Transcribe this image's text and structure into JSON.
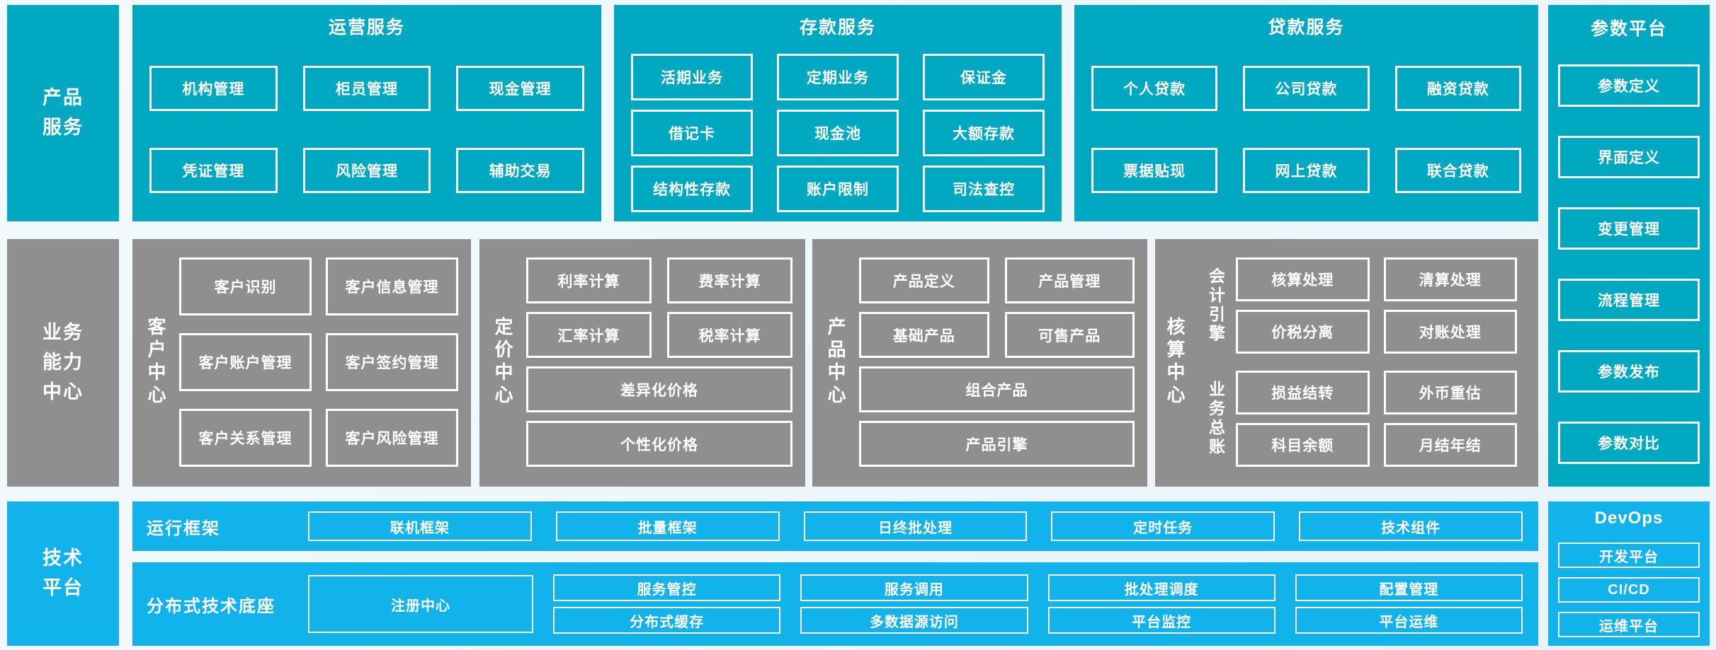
{
  "colors": {
    "teal": "#00a8c1",
    "gray": "#8f8f8f",
    "blue": "#12b2ea",
    "bg1": "#f3fafc",
    "bg2": "#e9f3f8",
    "text": "#ffffff"
  },
  "rails": {
    "product_services": "产品\n服务",
    "business_capability": "业务\n能力\n中心",
    "tech_platform": "技术\n平台"
  },
  "top": {
    "operations": {
      "title": "运营服务",
      "items": [
        "机构管理",
        "柜员管理",
        "现金管理",
        "凭证管理",
        "风险管理",
        "辅助交易"
      ]
    },
    "deposit": {
      "title": "存款服务",
      "items": [
        "活期业务",
        "定期业务",
        "保证金",
        "借记卡",
        "现金池",
        "大额存款",
        "结构性存款",
        "账户限制",
        "司法查控"
      ]
    },
    "loan": {
      "title": "贷款服务",
      "items": [
        "个人贷款",
        "公司贷款",
        "融资贷款",
        "票据贴现",
        "网上贷款",
        "联合贷款"
      ]
    }
  },
  "param_platform": {
    "title": "参数平台",
    "items": [
      "参数定义",
      "界面定义",
      "变更管理",
      "流程管理",
      "参数发布",
      "参数对比"
    ]
  },
  "middle": {
    "customer": {
      "label": "客户中心",
      "items": [
        "客户识别",
        "客户信息管理",
        "客户账户管理",
        "客户签约管理",
        "客户关系管理",
        "客户风险管理"
      ]
    },
    "pricing": {
      "label": "定价中心",
      "grid": [
        "利率计算",
        "费率计算",
        "汇率计算",
        "税率计算"
      ],
      "wide": [
        "差异化价格",
        "个性化价格"
      ]
    },
    "product": {
      "label": "产品中心",
      "grid": [
        "产品定义",
        "产品管理",
        "基础产品",
        "可售产品"
      ],
      "wide": [
        "组合产品",
        "产品引擎"
      ]
    },
    "accounting": {
      "label": "核算中心",
      "groups": [
        {
          "label": "会计引擎",
          "items": [
            "核算处理",
            "清算处理",
            "价税分离",
            "对账处理"
          ]
        },
        {
          "label": "业务总账",
          "items": [
            "损益结转",
            "外币重估",
            "科目余额",
            "月结年结"
          ]
        }
      ]
    }
  },
  "bottom": {
    "runtime": {
      "label": "运行框架",
      "items": [
        "联机框架",
        "批量框架",
        "日终批处理",
        "定时任务",
        "技术组件"
      ]
    },
    "distributed": {
      "label": "分布式技术底座",
      "registry": "注册中心",
      "pairs": [
        [
          "服务管控",
          "分布式缓存"
        ],
        [
          "服务调用",
          "多数据源访问"
        ],
        [
          "批处理调度",
          "平台监控"
        ],
        [
          "配置管理",
          "平台运维"
        ]
      ]
    },
    "devops": {
      "title": "DevOps",
      "items": [
        "开发平台",
        "CI/CD",
        "运维平台"
      ]
    }
  }
}
